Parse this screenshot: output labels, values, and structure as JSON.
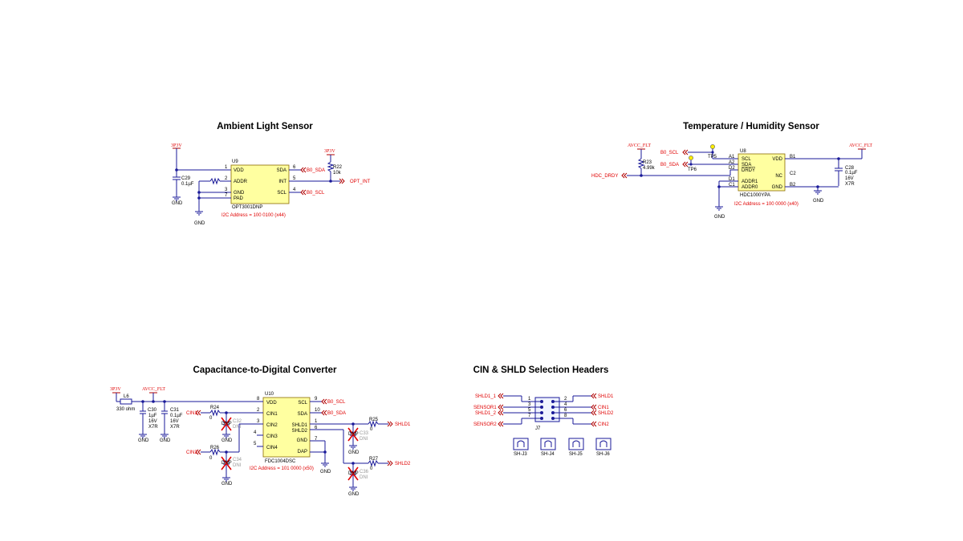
{
  "sections": {
    "ambient": "Ambient Light Sensor",
    "temp": "Temperature / Humidity Sensor",
    "cdc": "Capacitance-to-Digital Converter",
    "headers": "CIN & SHLD Selection Headers"
  },
  "ambient": {
    "power": "3P3V",
    "power2": "3P3V",
    "refdes": "U9",
    "part": "OPT3001DNP",
    "pins_left": [
      "VDD",
      "ADDR",
      "GND",
      "PAD"
    ],
    "pins_left_num": [
      "1",
      "2",
      "3",
      "7"
    ],
    "pins_right": [
      "SDA",
      "INT",
      "SCL"
    ],
    "pins_right_num": [
      "6",
      "5",
      "4"
    ],
    "cap_ref": "C29",
    "cap_val": "0.1µF",
    "res_ref": "R22",
    "res_val": "10k",
    "net_sda": "B0_SDA",
    "net_int": "OPT_INT",
    "net_scl": "B0_SCL",
    "gnd": "GND",
    "i2c": "I2C Address = 100 0100 (x44)"
  },
  "temp": {
    "power": "AVCC_FLT",
    "power2": "AVCC_FLT",
    "refdes": "U8",
    "part": "HDC1000YPA",
    "res_ref": "R23",
    "res_val": "4.99k",
    "net_scl": "B0_SCL",
    "net_sda": "B0_SDA",
    "net_drdy": "HDC_DRDY",
    "tp1": "TP5",
    "tp2": "TP6",
    "pins_left_num": [
      "A1",
      "A2",
      "D2",
      "D1",
      "C1"
    ],
    "pins_left": [
      "SCL",
      "SDA",
      "DRDY",
      "ADDR1",
      "ADDR0"
    ],
    "pins_right": [
      "VDD",
      "NC",
      "GND"
    ],
    "pins_right_num": [
      "B1",
      "C2",
      "B2"
    ],
    "cap_ref": "C28",
    "cap_val": "0.1µF",
    "cap_v": "16V",
    "cap_d": "X7R",
    "gnd": "GND",
    "i2c": "I2C Address = 100 0000 (x40)"
  },
  "cdc": {
    "power": "3P3V",
    "power2": "AVCC_FLT",
    "l_ref": "L6",
    "l_val": "330 ohm",
    "c30_ref": "C30",
    "c30_val": "1µF",
    "c30_v": "16V",
    "c30_d": "X7R",
    "c31_ref": "C31",
    "c31_val": "0.1µF",
    "c31_v": "16V",
    "c31_d": "X7R",
    "refdes": "U10",
    "part": "FDC1004DSC",
    "pins_left_num": [
      "8",
      "2",
      "3",
      "4",
      "5"
    ],
    "pins_left": [
      "VDD",
      "CIN1",
      "CIN2",
      "CIN3",
      "CIN4"
    ],
    "pins_right_num": [
      "9",
      "10",
      "1",
      "6",
      "7",
      ""
    ],
    "pins_right": [
      "SCL",
      "SDA",
      "SHLD1",
      "SHLD2",
      "GND",
      "DAP"
    ],
    "r24": "R24",
    "r24v": "0",
    "r26": "R26",
    "r26v": "0",
    "r25": "R25",
    "r25v": "0",
    "r27": "R27",
    "r27v": "0",
    "c32": "C32",
    "c33": "C33",
    "c34": "C34",
    "c36": "C36",
    "dnp": "DNP",
    "dni": "DNI",
    "net_cin1": "CIN1",
    "net_cin2": "CIN2",
    "net_scl": "B0_SCL",
    "net_sda": "B0_SDA",
    "net_shld1": "SHLD1",
    "net_shld2": "SHLD2",
    "gnd": "GND",
    "i2c": "I2C Address = 101 0000 (x50)"
  },
  "headers": {
    "ref": "J7",
    "left_nets": [
      "SHLD1_1",
      "SENSOR1",
      "SHLD1_2",
      "SENSOR2"
    ],
    "left_pins": [
      "1",
      "3",
      "5",
      "7"
    ],
    "right_pins": [
      "2",
      "4",
      "6",
      "8"
    ],
    "right_nets": [
      "SHLD1",
      "CIN1",
      "SHLD2",
      "CIN2"
    ],
    "jumpers": [
      "SH-J3",
      "SH-J4",
      "SH-J5",
      "SH-J6"
    ]
  }
}
